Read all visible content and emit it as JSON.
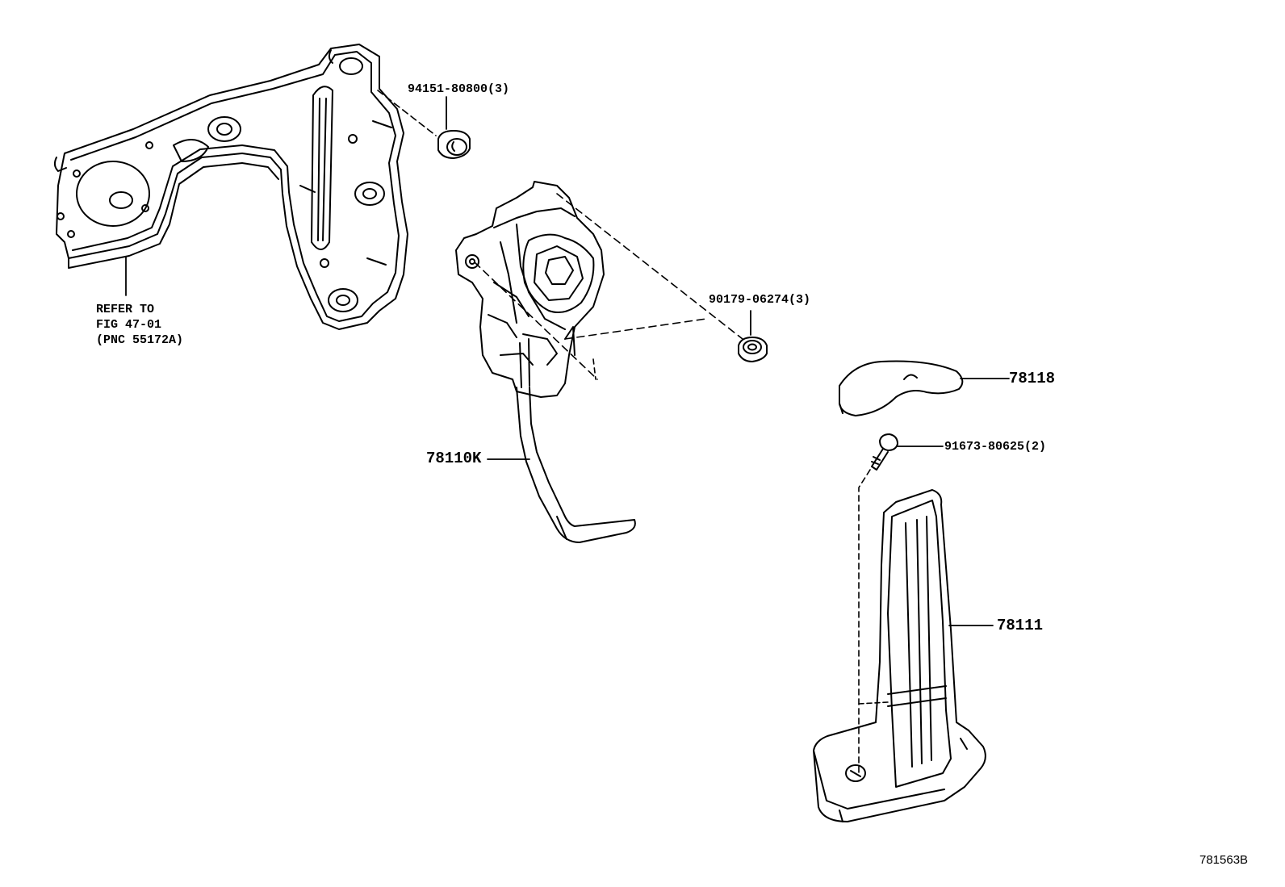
{
  "labels": {
    "bolt_top": "94151-80800(3)",
    "refer_line1": "REFER TO",
    "refer_line2": "FIG 47-01",
    "refer_line3": "(PNC 55172A)",
    "nut_right": "90179-06274(3)",
    "pad": "78118",
    "pedal_assy": "78110K",
    "screw": "91673-80625(2)",
    "pedal_base": "78111"
  },
  "diagram_code": "781563B"
}
